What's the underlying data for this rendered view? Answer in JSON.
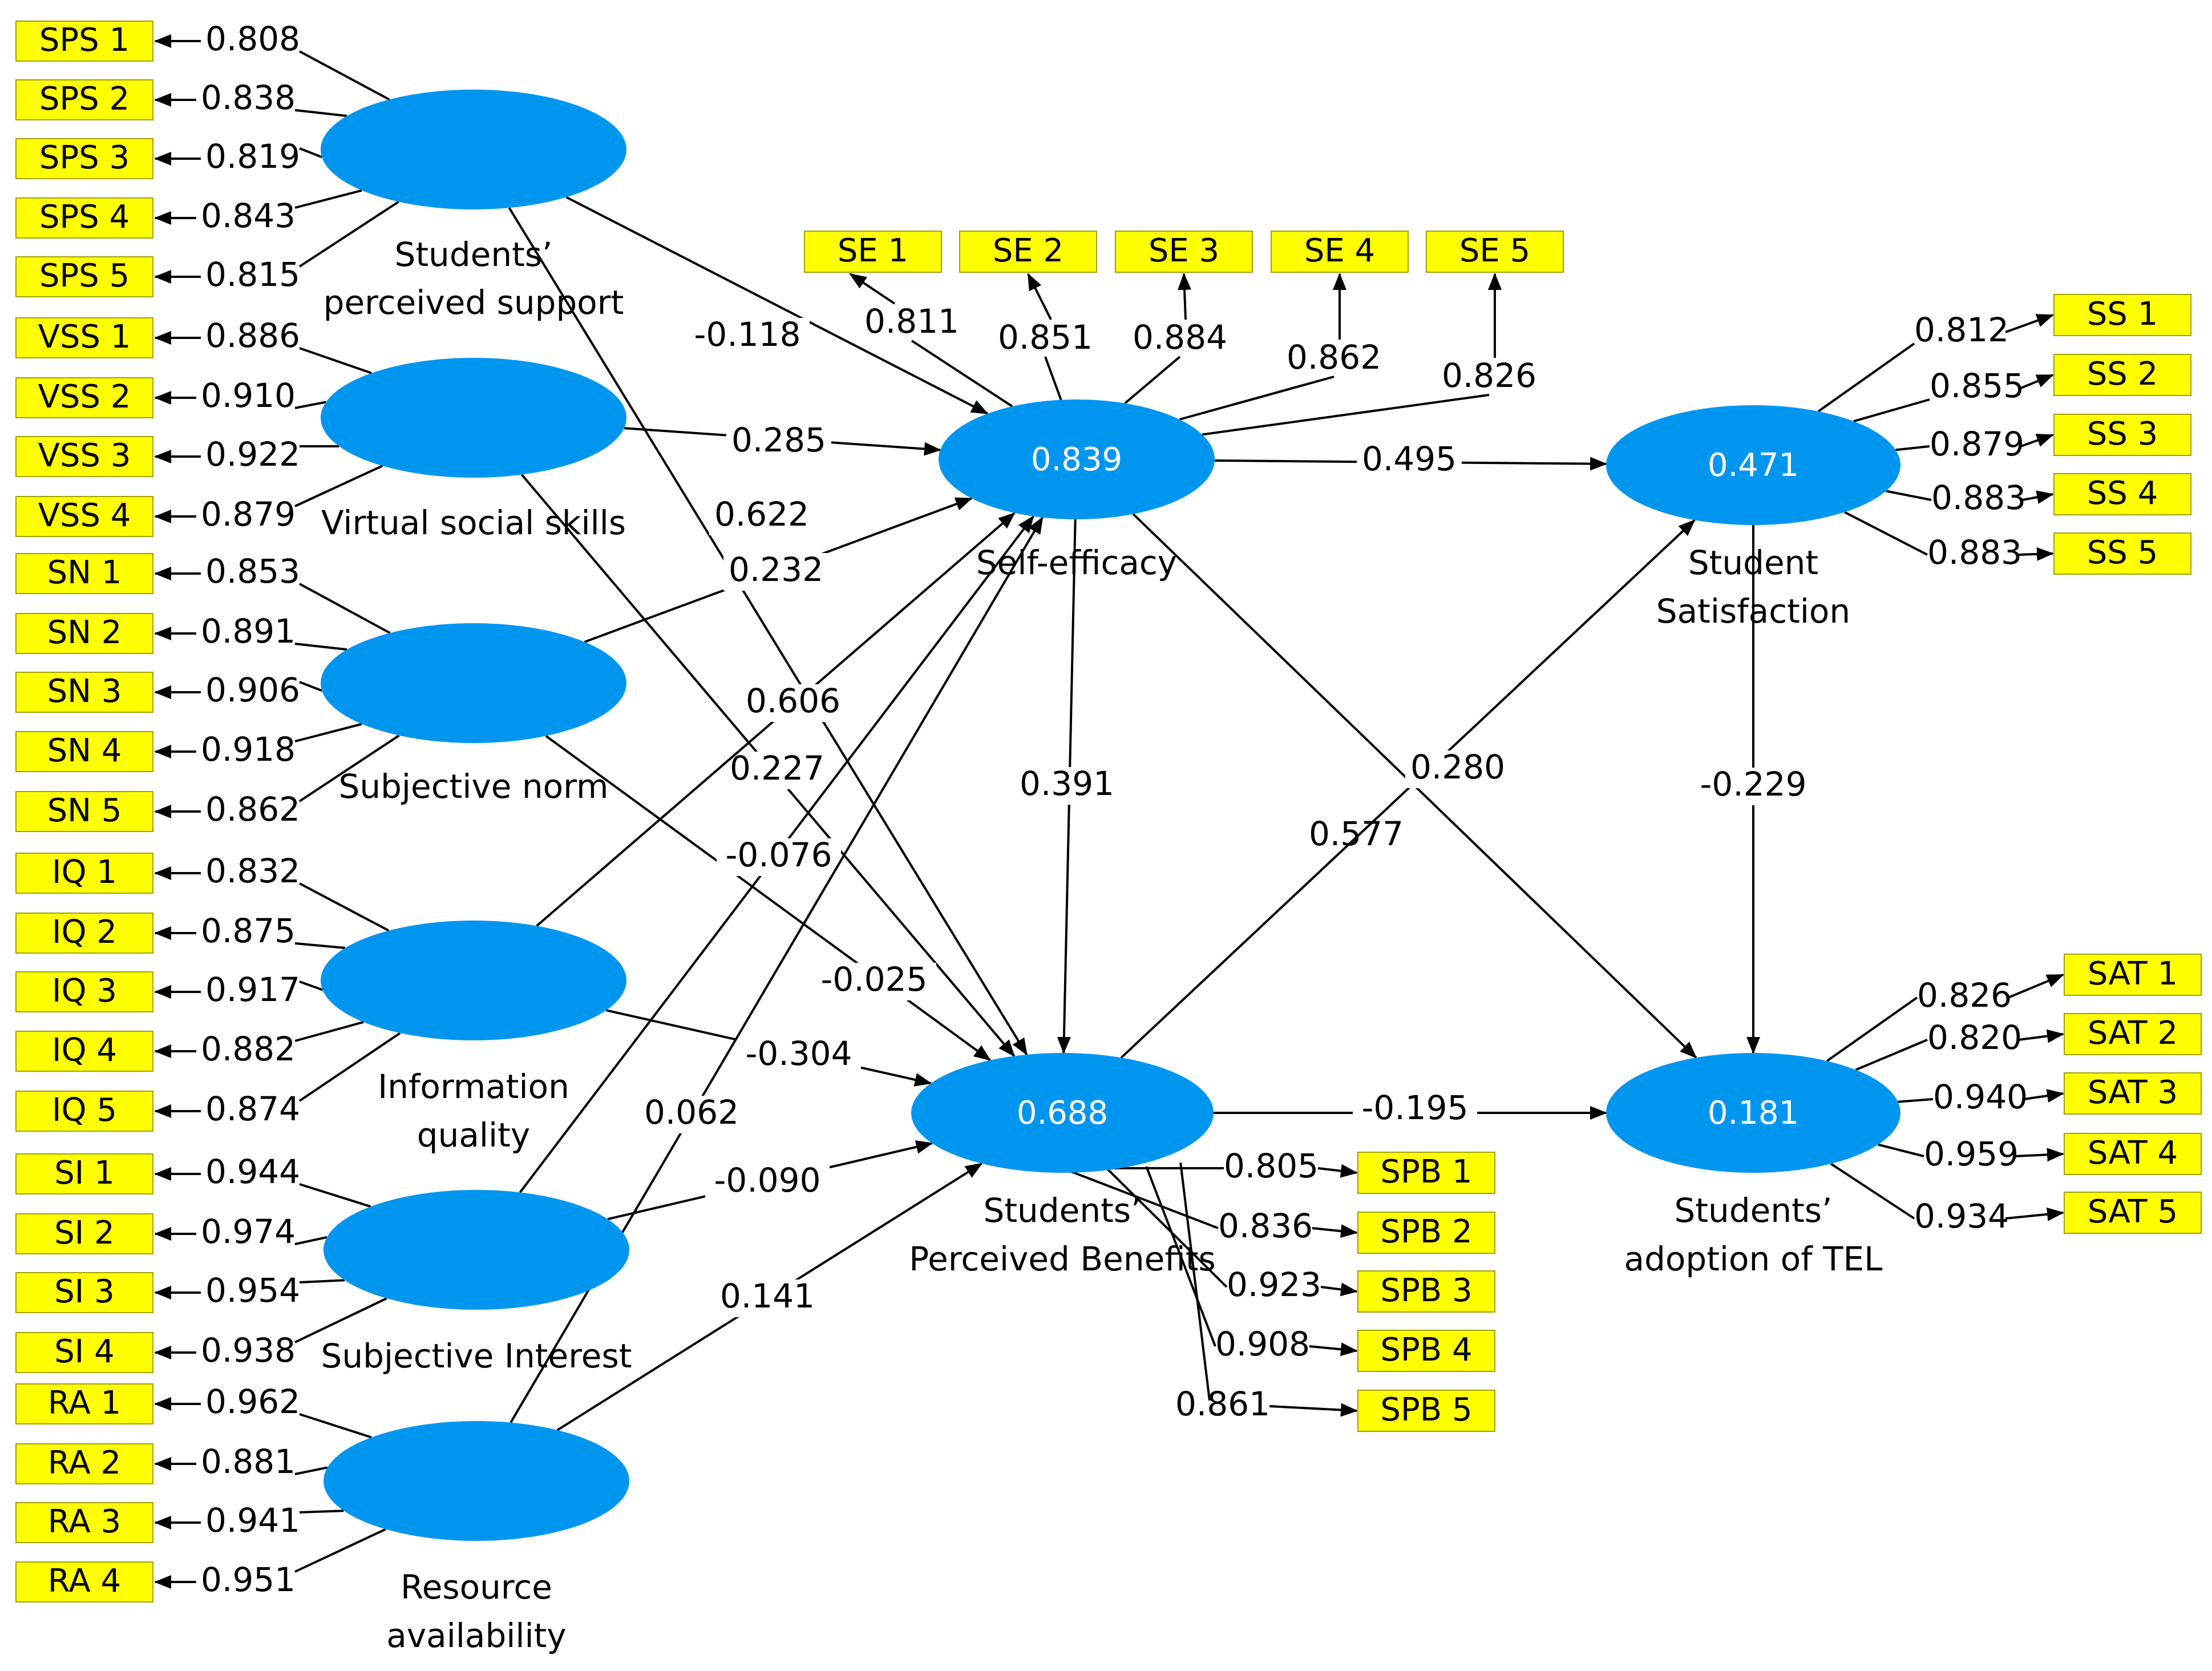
{
  "colors": {
    "construct_fill": "#0096f0",
    "indicator_fill": "#ffff00",
    "indicator_border": "#a0a000",
    "line": "#000000"
  },
  "constructs": {
    "SPS": {
      "name_lines": [
        "Students’",
        "perceived support"
      ],
      "r2": ""
    },
    "VSS": {
      "name_lines": [
        "Virtual social skills"
      ],
      "r2": ""
    },
    "SN": {
      "name_lines": [
        "Subjective norm"
      ],
      "r2": ""
    },
    "IQ": {
      "name_lines": [
        "Information",
        "quality"
      ],
      "r2": ""
    },
    "SI": {
      "name_lines": [
        "Subjective Interest"
      ],
      "r2": ""
    },
    "RA": {
      "name_lines": [
        "Resource",
        "availability"
      ],
      "r2": ""
    },
    "SE": {
      "name_lines": [
        "Self-efficacy"
      ],
      "r2": "0.839"
    },
    "SPB": {
      "name_lines": [
        "Students’",
        "Perceived Benefits"
      ],
      "r2": "0.688"
    },
    "SS": {
      "name_lines": [
        "Student",
        "Satisfaction"
      ],
      "r2": "0.471"
    },
    "SAT": {
      "name_lines": [
        "Students’",
        "adoption of TEL"
      ],
      "r2": "0.181"
    }
  },
  "indicators": {
    "SPS": [
      {
        "label": "SPS  1",
        "loading": "0.808"
      },
      {
        "label": "SPS  2",
        "loading": "0.838"
      },
      {
        "label": "SPS  3",
        "loading": "0.819"
      },
      {
        "label": "SPS  4",
        "loading": "0.843"
      },
      {
        "label": "SPS  5",
        "loading": "0.815"
      }
    ],
    "VSS": [
      {
        "label": "VSS  1",
        "loading": "0.886"
      },
      {
        "label": "VSS  2",
        "loading": "0.910"
      },
      {
        "label": "VSS  3",
        "loading": "0.922"
      },
      {
        "label": "VSS  4",
        "loading": "0.879"
      }
    ],
    "SN": [
      {
        "label": "SN  1",
        "loading": "0.853"
      },
      {
        "label": "SN  2",
        "loading": "0.891"
      },
      {
        "label": "SN  3",
        "loading": "0.906"
      },
      {
        "label": "SN  4",
        "loading": "0.918"
      },
      {
        "label": "SN  5",
        "loading": "0.862"
      }
    ],
    "IQ": [
      {
        "label": "IQ  1",
        "loading": "0.832"
      },
      {
        "label": "IQ  2",
        "loading": "0.875"
      },
      {
        "label": "IQ  3",
        "loading": "0.917"
      },
      {
        "label": "IQ  4",
        "loading": "0.882"
      },
      {
        "label": "IQ  5",
        "loading": "0.874"
      }
    ],
    "SI": [
      {
        "label": "SI  1",
        "loading": "0.944"
      },
      {
        "label": "SI  2",
        "loading": "0.974"
      },
      {
        "label": "SI  3",
        "loading": "0.954"
      },
      {
        "label": "SI  4",
        "loading": "0.938"
      }
    ],
    "RA": [
      {
        "label": "RA  1",
        "loading": "0.962"
      },
      {
        "label": "RA  2",
        "loading": "0.881"
      },
      {
        "label": "RA  3",
        "loading": "0.941"
      },
      {
        "label": "RA  4",
        "loading": "0.951"
      }
    ],
    "SE": [
      {
        "label": "SE  1",
        "loading": "0.811"
      },
      {
        "label": "SE  2",
        "loading": "0.851"
      },
      {
        "label": "SE  3",
        "loading": "0.884"
      },
      {
        "label": "SE  4",
        "loading": "0.862"
      },
      {
        "label": "SE  5",
        "loading": "0.826"
      }
    ],
    "SS": [
      {
        "label": "SS  1",
        "loading": "0.812"
      },
      {
        "label": "SS  2",
        "loading": "0.855"
      },
      {
        "label": "SS  3",
        "loading": "0.879"
      },
      {
        "label": "SS  4",
        "loading": "0.883"
      },
      {
        "label": "SS  5",
        "loading": "0.883"
      }
    ],
    "SPB": [
      {
        "label": "SPB  1",
        "loading": "0.805"
      },
      {
        "label": "SPB  2",
        "loading": "0.836"
      },
      {
        "label": "SPB  3",
        "loading": "0.923"
      },
      {
        "label": "SPB  4",
        "loading": "0.908"
      },
      {
        "label": "SPB  5",
        "loading": "0.861"
      }
    ],
    "SAT": [
      {
        "label": "SAT  1",
        "loading": "0.826"
      },
      {
        "label": "SAT  2",
        "loading": "0.820"
      },
      {
        "label": "SAT  3",
        "loading": "0.940"
      },
      {
        "label": "SAT  4",
        "loading": "0.959"
      },
      {
        "label": "SAT  5",
        "loading": "0.934"
      }
    ]
  },
  "paths": {
    "SPS_SE": "-0.118",
    "SPS_SPB": "0.622",
    "VSS_SE": "0.285",
    "VSS_SPB": "0.227",
    "SN_SE": "0.232",
    "SN_SPB": "-0.025",
    "IQ_SE": "0.606",
    "IQ_SPB": "-0.304",
    "SI_SE": "-0.076",
    "SI_SPB": "-0.090",
    "RA_SE": "0.062",
    "RA_SPB": "0.141",
    "SE_SS": "0.495",
    "SE_SPB": "0.391",
    "SE_SAT": "0.577",
    "SPB_SS": "0.280",
    "SPB_SAT": "-0.195",
    "SS_SAT": "-0.229"
  }
}
